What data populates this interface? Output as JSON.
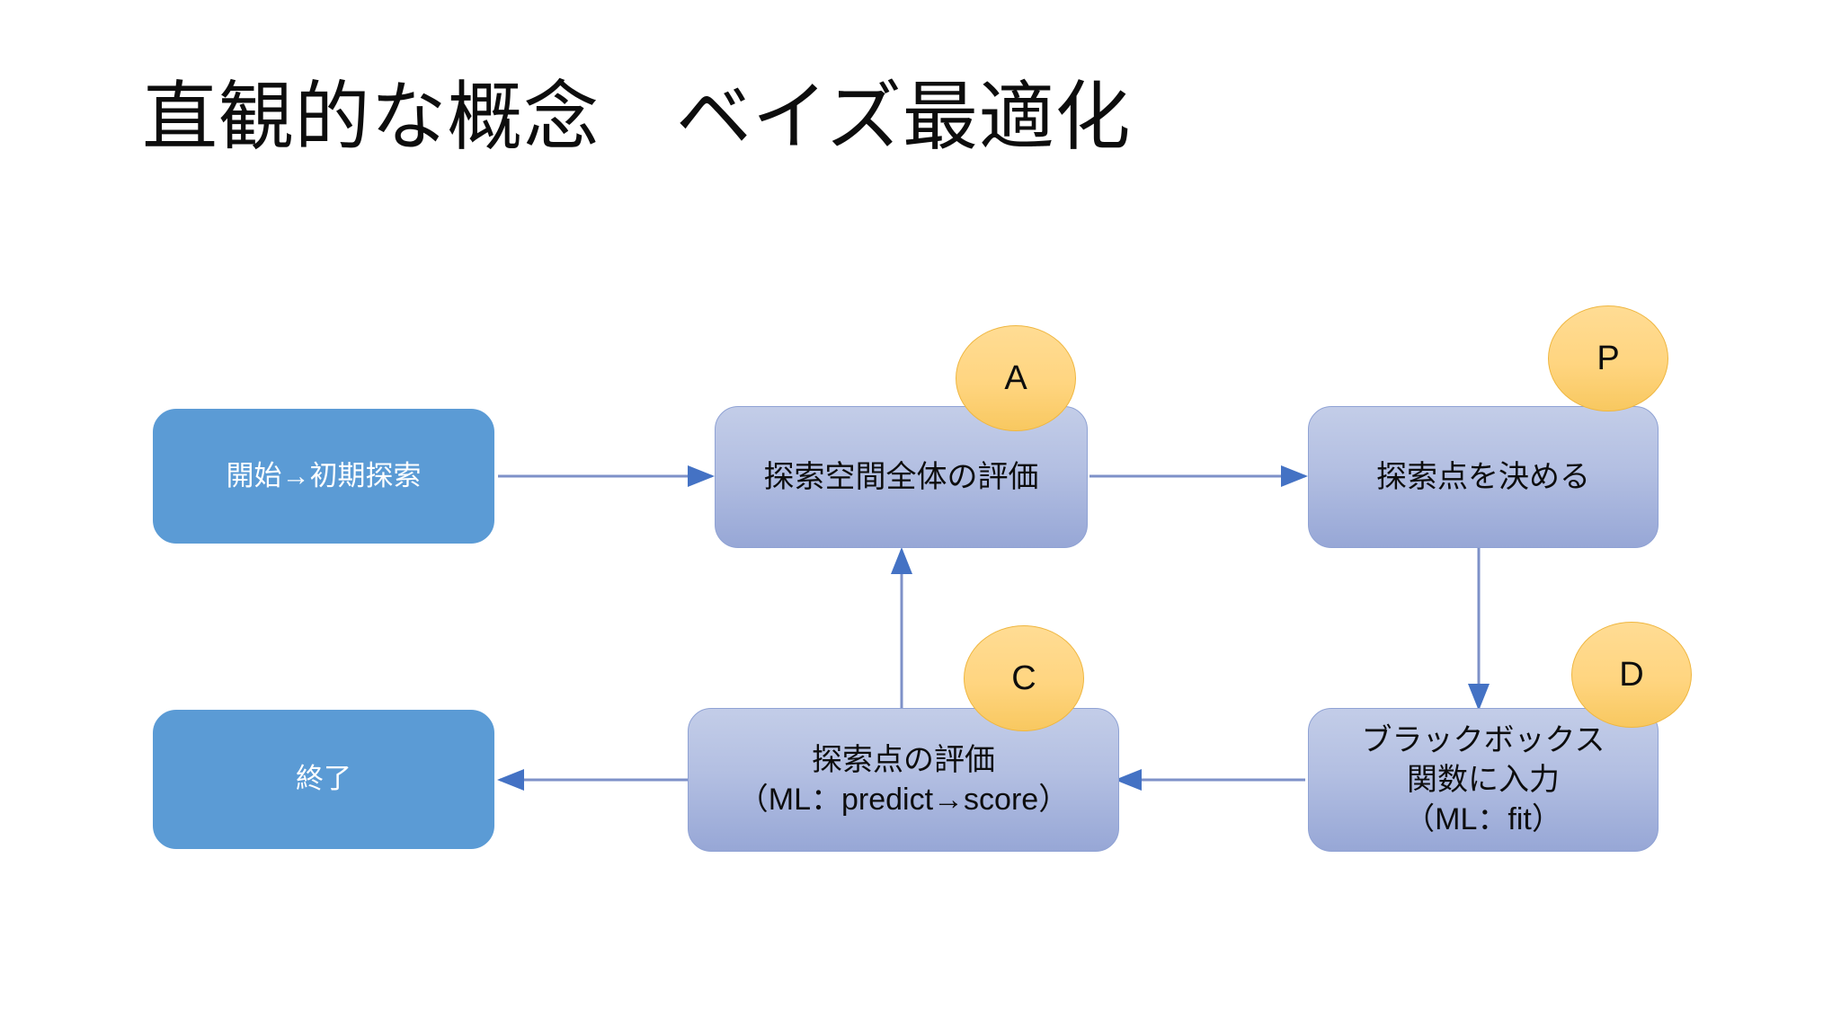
{
  "slide": {
    "title": "直観的な概念　ベイズ最適化",
    "background_color": "#ffffff"
  },
  "theme": {
    "accent_solid": "#5B9BD5",
    "process_fill": "#B3BFE2",
    "process_border": "#8FA2D4",
    "badge_fill": "#FFD580",
    "badge_border": "#EFB63F",
    "arrow_color": "#4472C4",
    "title_color": "#0D0D0D"
  },
  "diagram": {
    "type": "flowchart",
    "nodes": [
      {
        "id": "start",
        "label": "開始→初期探索",
        "style": "solid",
        "text_color": "#FFFFFF"
      },
      {
        "id": "evaluate-space",
        "label": "探索空間全体の評価",
        "style": "process",
        "text_color": "#0D0D0D"
      },
      {
        "id": "choose-point",
        "label": "探索点を決める",
        "style": "process",
        "text_color": "#0D0D0D"
      },
      {
        "id": "blackbox",
        "label": "ブラックボックス\n関数に入力\n（ML：fit）",
        "style": "process",
        "text_color": "#0D0D0D"
      },
      {
        "id": "evaluate-point",
        "label": "探索点の評価\n（ML：predict→score）",
        "style": "process",
        "text_color": "#0D0D0D"
      },
      {
        "id": "end",
        "label": "終了",
        "style": "solid",
        "text_color": "#FFFFFF"
      }
    ],
    "badges": [
      {
        "id": "badge-a",
        "label": "A",
        "attached_to": "evaluate-space"
      },
      {
        "id": "badge-p",
        "label": "P",
        "attached_to": "choose-point"
      },
      {
        "id": "badge-c",
        "label": "C",
        "attached_to": "evaluate-point"
      },
      {
        "id": "badge-d",
        "label": "D",
        "attached_to": "blackbox"
      }
    ],
    "edges": [
      {
        "from": "start",
        "to": "evaluate-space",
        "direction": "right"
      },
      {
        "from": "evaluate-space",
        "to": "choose-point",
        "direction": "right"
      },
      {
        "from": "choose-point",
        "to": "blackbox",
        "direction": "down"
      },
      {
        "from": "blackbox",
        "to": "evaluate-point",
        "direction": "left"
      },
      {
        "from": "evaluate-point",
        "to": "evaluate-space",
        "direction": "up"
      },
      {
        "from": "evaluate-point",
        "to": "end",
        "direction": "left"
      }
    ]
  }
}
